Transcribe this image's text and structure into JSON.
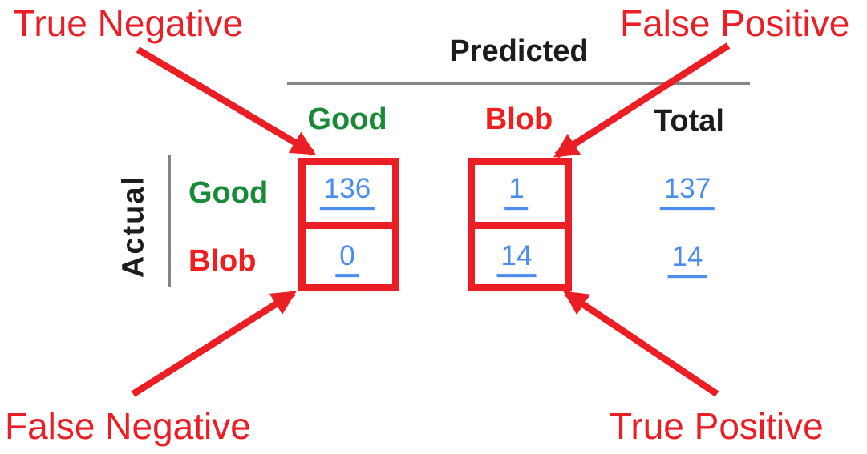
{
  "annotations": {
    "true_negative": "True Negative",
    "false_positive": "False Positive",
    "false_negative": "False Negative",
    "true_positive": "True Positive"
  },
  "matrix": {
    "predicted_label": "Predicted",
    "actual_label": "Actual",
    "columns": [
      "Good",
      "Blob",
      "Total"
    ],
    "rows": [
      {
        "label": "Good",
        "values": [
          "136",
          "1",
          "137"
        ]
      },
      {
        "label": "Blob",
        "values": [
          "0",
          "14",
          "14"
        ]
      }
    ]
  },
  "colors": {
    "annotation-red": "#ec1e25",
    "good-green": "#1a8a38",
    "blob-red": "#f41d1d",
    "link-blue": "#4a8cf0",
    "text-black": "#1c1c1c",
    "line-gray": "#858585"
  }
}
